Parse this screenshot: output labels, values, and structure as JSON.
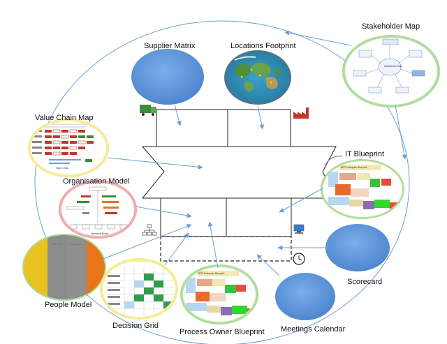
{
  "diagram": {
    "title": "",
    "nodes": {
      "stakeholder_map": {
        "label": "Stakeholder Map",
        "thumb_text": "Stakeholder Map"
      },
      "supplier_matrix": {
        "label": "Supplier Matrix"
      },
      "locations_footprint": {
        "label": "Locations Footprint"
      },
      "value_chain_map": {
        "label": "Value Chain Map",
        "thumb_text": "Value Chain"
      },
      "organisation_model": {
        "label": "Organisation Model",
        "thumb_text": "Operating Model"
      },
      "it_blueprint": {
        "label": "IT Blueprint",
        "thumb_text": "BPP Enterprise Blueprint"
      },
      "scorecard": {
        "label": "Scorecard"
      },
      "people_model": {
        "label": "People Model"
      },
      "decision_grid": {
        "label": "Decision Grid"
      },
      "process_owner_blueprint": {
        "label": "Process Owner Blueprint",
        "thumb_text": "BPP Enterprise Blueprint"
      },
      "meetings_calendar": {
        "label": "Meetings Calendar"
      }
    },
    "colors": {
      "accent_blue": "#5b8fd6",
      "arrow_blue": "#6c9fd4",
      "box_stroke": "#222222",
      "truck_green": "#3e8a3a",
      "factory_red": "#c0392b",
      "people_yellow": "#e8c21f",
      "people_gray": "#8c8c8c",
      "people_orange": "#e8751a"
    },
    "icons": [
      "truck-icon",
      "factory-icon",
      "org-chart-icon",
      "computer-icon",
      "clock-icon"
    ]
  }
}
